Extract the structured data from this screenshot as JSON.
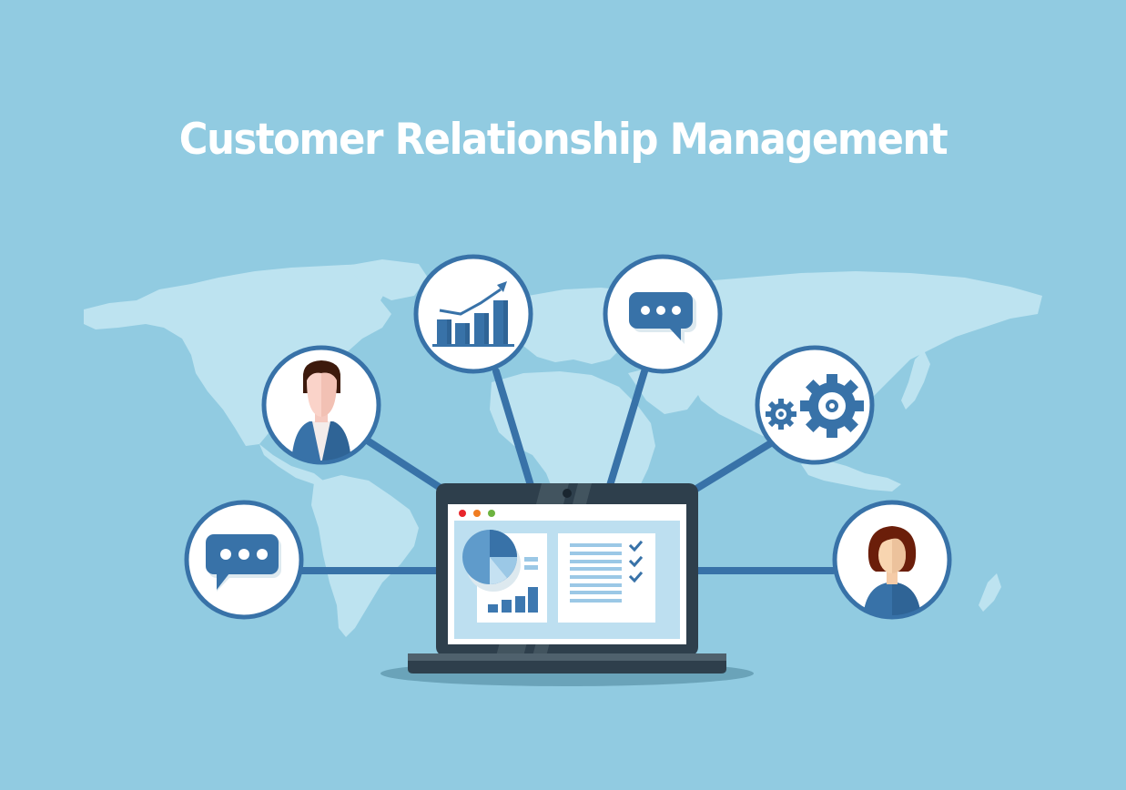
{
  "header": {
    "title": "Customer Relationship Management"
  },
  "colors": {
    "background": "#91cbe1",
    "map_land": "#bde3f0",
    "accent_blue": "#3872a8",
    "accent_blue_dark": "#2f6496",
    "laptop_frame": "#2e3f4c",
    "laptop_base_top": "#4f616d",
    "screen_bg": "#bddff0",
    "shadow": "#6aa3b9",
    "dot_red": "#e8262c",
    "dot_orange": "#f07d22",
    "dot_green": "#6db33f"
  },
  "nodes": [
    {
      "id": "growth-chart",
      "icon": "bar-chart-growth-icon"
    },
    {
      "id": "chat-top",
      "icon": "chat-bubble-icon"
    },
    {
      "id": "settings",
      "icon": "gears-icon"
    },
    {
      "id": "customer-female",
      "icon": "woman-avatar-icon"
    },
    {
      "id": "chat-left",
      "icon": "chat-bubble-icon"
    },
    {
      "id": "customer-male",
      "icon": "man-avatar-icon"
    }
  ],
  "laptop": {
    "window_dots": [
      "red",
      "orange",
      "green"
    ],
    "dashboard": {
      "pie_chart": {
        "slices": [
          50,
          25,
          15,
          10
        ]
      },
      "bar_chart": {
        "values": [
          2,
          3,
          4,
          7
        ]
      },
      "checklist": {
        "lines": 8,
        "checks": 3
      }
    }
  }
}
